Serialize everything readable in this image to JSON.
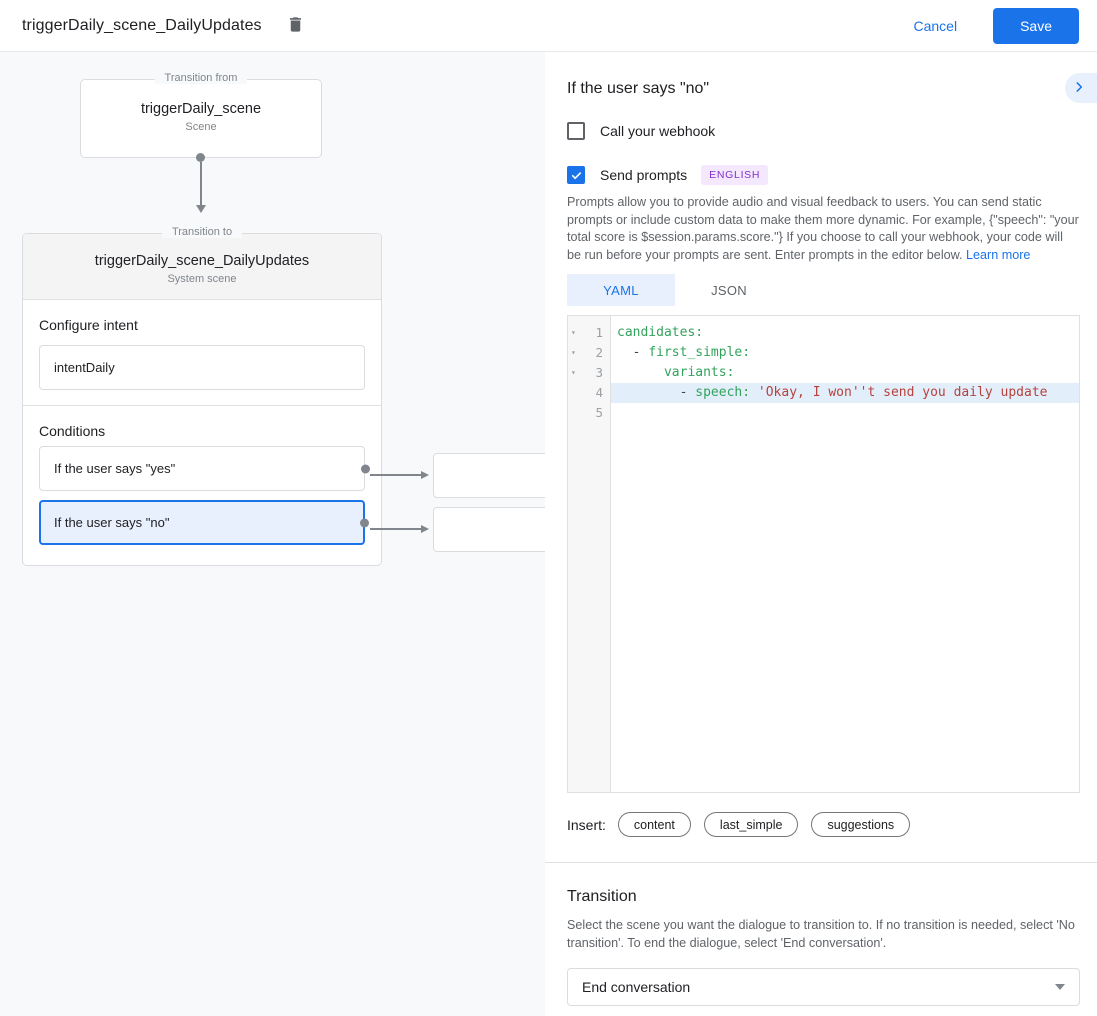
{
  "header": {
    "title": "triggerDaily_scene_DailyUpdates",
    "cancel_label": "Cancel",
    "save_label": "Save"
  },
  "canvas": {
    "from_box": {
      "legend": "Transition from",
      "title": "triggerDaily_scene",
      "subtitle": "Scene"
    },
    "to_box": {
      "legend": "Transition to",
      "title": "triggerDaily_scene_DailyUpdates",
      "subtitle": "System scene",
      "configure_intent_label": "Configure intent",
      "intent_value": "intentDaily",
      "conditions_label": "Conditions",
      "conditions": [
        {
          "label": "If the user says \"yes\"",
          "selected": false
        },
        {
          "label": "If the user says \"no\"",
          "selected": true
        }
      ]
    }
  },
  "panel": {
    "title": "If the user says \"no\"",
    "collapse_icon": "chevron-right-icon",
    "webhook": {
      "label": "Call your webhook",
      "checked": false
    },
    "prompts": {
      "label": "Send prompts",
      "badge": "ENGLISH",
      "checked": true
    },
    "description": "Prompts allow you to provide audio and visual feedback to users. You can send static prompts or include custom data to make them more dynamic. For example, {\"speech\": \"your total score is $session.params.score.\"} If you choose to call your webhook, your code will be run before your prompts are sent. Enter prompts in the editor below. ",
    "learn_more_label": "Learn more",
    "tabs": [
      {
        "label": "YAML",
        "active": true
      },
      {
        "label": "JSON",
        "active": false
      }
    ],
    "editor": {
      "lines": [
        {
          "num": "1",
          "fold": "▾",
          "tokens": [
            {
              "t": "key",
              "v": "candidates:"
            }
          ]
        },
        {
          "num": "2",
          "fold": "▾",
          "tokens": [
            {
              "t": "plain",
              "v": "  - "
            },
            {
              "t": "key",
              "v": "first_simple:"
            }
          ]
        },
        {
          "num": "3",
          "fold": "▾",
          "tokens": [
            {
              "t": "plain",
              "v": "      "
            },
            {
              "t": "key",
              "v": "variants:"
            }
          ]
        },
        {
          "num": "4",
          "fold": "",
          "highlighted": true,
          "tokens": [
            {
              "t": "plain",
              "v": "        - "
            },
            {
              "t": "key",
              "v": "speech:"
            },
            {
              "t": "plain",
              "v": " "
            },
            {
              "t": "str",
              "v": "'Okay, I won''t send you daily update"
            }
          ]
        },
        {
          "num": "5",
          "fold": "",
          "tokens": []
        }
      ]
    },
    "insert": {
      "label": "Insert:",
      "chips": [
        "content",
        "last_simple",
        "suggestions"
      ]
    },
    "transition": {
      "heading": "Transition",
      "description": "Select the scene you want the dialogue to transition to. If no transition is needed, select 'No transition'. To end the dialogue, select 'End conversation'.",
      "select_value": "End conversation"
    }
  },
  "colors": {
    "accent": "#1a73e8",
    "selected_bg": "#e8f0fe",
    "canvas_bg": "#f8f9fa",
    "yaml_key": "#33a35c",
    "yaml_string": "#b5433c",
    "badge_bg": "#f3e8fd",
    "badge_text": "#8430ce"
  }
}
